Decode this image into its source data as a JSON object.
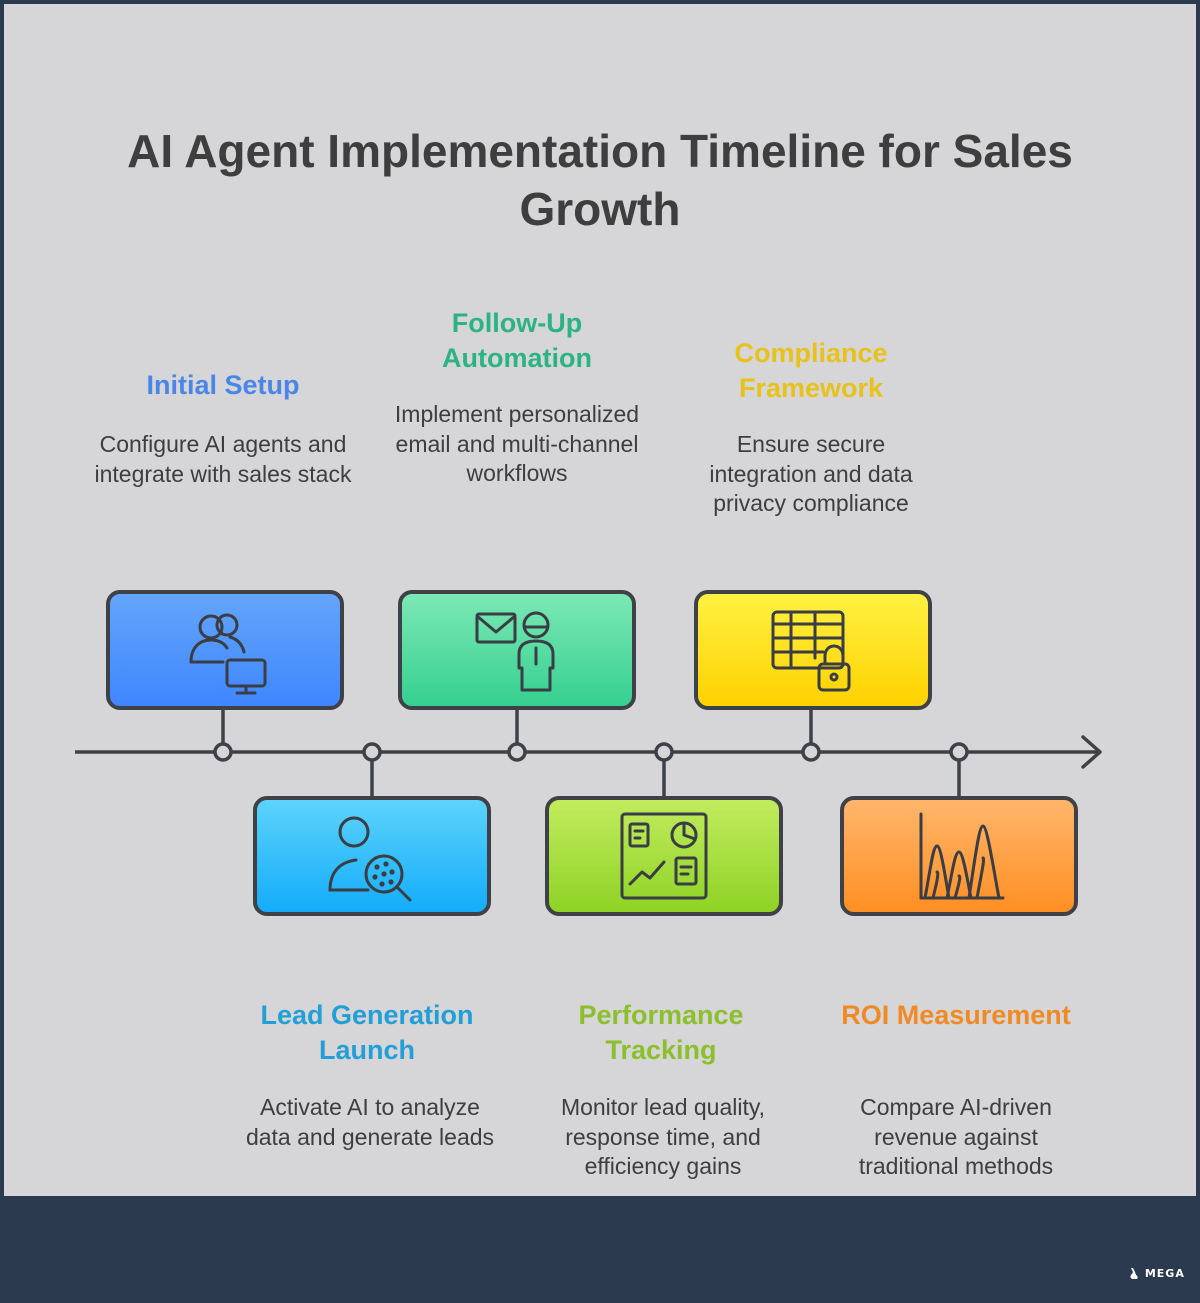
{
  "title": "AI Agent Implementation Timeline for Sales Growth",
  "brand": "MEGA",
  "colors": {
    "background": "#d6d5d7",
    "footer": "#2b3a4e",
    "line": "#3f4148"
  },
  "steps_top": [
    {
      "title": "Initial Setup",
      "description": "Configure AI agents and integrate with sales stack",
      "icon": "users-monitor-icon",
      "title_color": "#4a86e8",
      "box_gradient": [
        "#63a5fa",
        "#3f86ff"
      ]
    },
    {
      "title": "Follow-Up Automation",
      "description": "Implement personalized email and multi-channel workflows",
      "icon": "email-person-icon",
      "title_color": "#2bb383",
      "box_gradient": [
        "#7ce8b4",
        "#35d090"
      ]
    },
    {
      "title": "Compliance Framework",
      "description": "Ensure secure integration and data privacy compliance",
      "icon": "table-lock-icon",
      "title_color": "#e8c21a",
      "box_gradient": [
        "#fff142",
        "#ffd200"
      ]
    }
  ],
  "steps_bottom": [
    {
      "title": "Lead Generation Launch",
      "description": "Activate AI to analyze data and generate leads",
      "icon": "person-search-icon",
      "title_color": "#229fd6",
      "box_gradient": [
        "#5cd3fb",
        "#14acfa"
      ]
    },
    {
      "title": "Performance Tracking",
      "description": "Monitor lead quality, response time, and efficiency gains",
      "icon": "dashboard-icon",
      "title_color": "#8cbf2c",
      "box_gradient": [
        "#c2eb5e",
        "#8ed325"
      ]
    },
    {
      "title": "ROI Measurement",
      "description": "Compare AI-driven revenue against traditional methods",
      "icon": "peaks-chart-icon",
      "title_color": "#f08a24",
      "box_gradient": [
        "#ffb66b",
        "#ff8f24"
      ]
    }
  ]
}
